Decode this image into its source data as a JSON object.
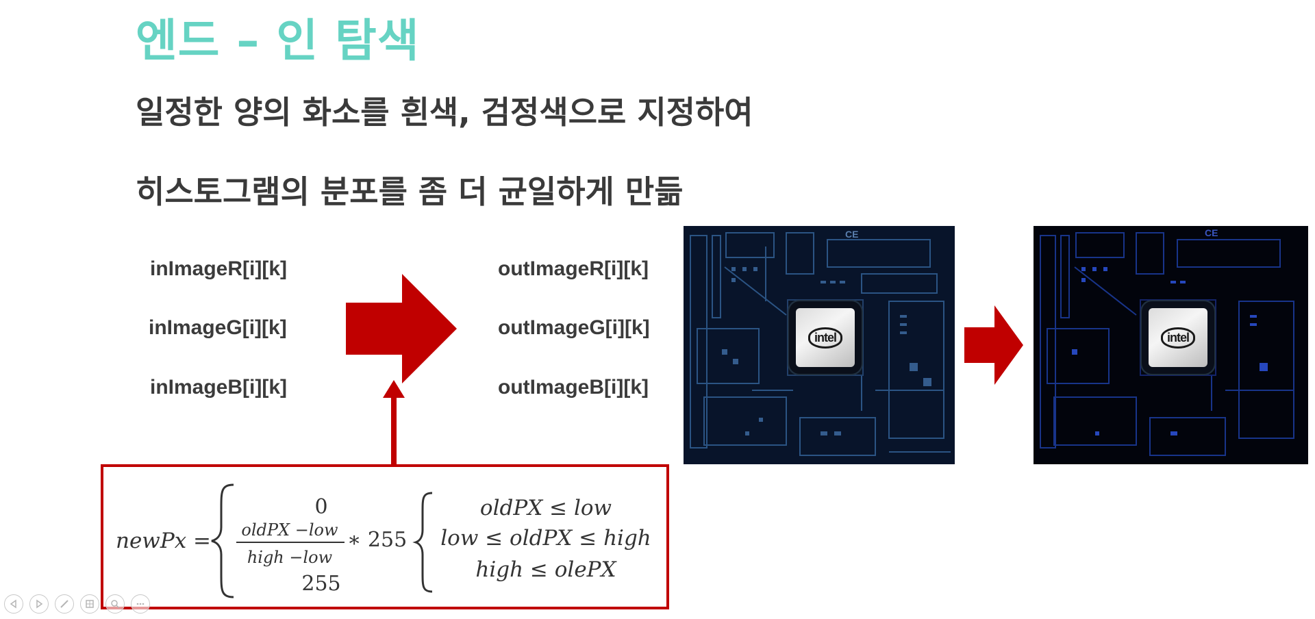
{
  "slide": {
    "title": "엔드 – 인 탐색",
    "lines": [
      "일정한 양의 화소를 흰색, 검정색으로 지정하여",
      "히스토그램의 분포를 좀 더 균일하게 만듦"
    ],
    "inputs": [
      "inImageR[i][k]",
      "inImageG[i][k]",
      "inImageB[i][k]"
    ],
    "outputs": [
      "outImageR[i][k]",
      "outImageG[i][k]",
      "outImageB[i][k]"
    ]
  },
  "formula": {
    "lhs": "newPx =",
    "case1_value": "0",
    "frac_numerator": "oldPX −low",
    "frac_denominator": "high −low",
    "times": "∗ 255",
    "case3_value": "255",
    "cond1": "oldPX ≤ low",
    "cond2": "low ≤ oldPX ≤ high",
    "cond3": "high ≤ olePX"
  },
  "images": {
    "chip_label": "intel",
    "ce_label": "CE"
  },
  "colors": {
    "title": "#66d3c3",
    "body_text": "#3a3a3a",
    "accent_red": "#c00000",
    "input_bg": "#08142a",
    "output_bg": "#02040c"
  },
  "controls": {
    "icons": [
      "prev-icon",
      "next-icon",
      "pen-icon",
      "slides-icon",
      "zoom-icon",
      "more-icon"
    ]
  }
}
